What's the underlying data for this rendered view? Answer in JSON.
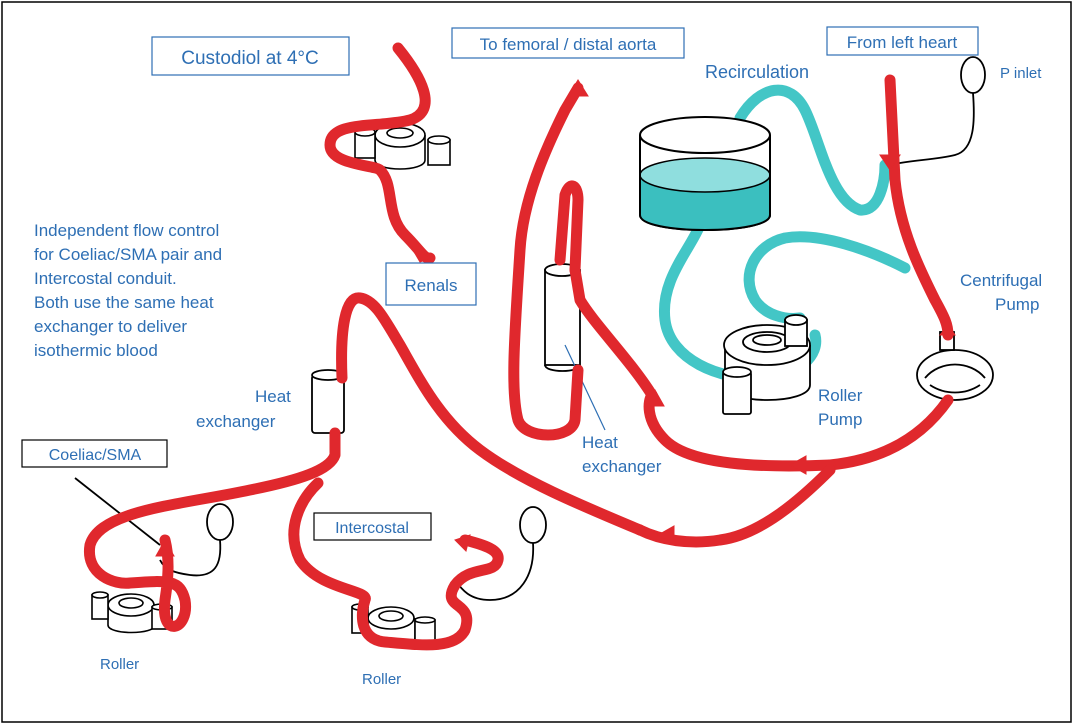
{
  "labels": {
    "custodiol": "Custodiol at 4°C",
    "femoral": "To femoral / distal aorta",
    "from_left_heart": "From left heart",
    "recirculation": "Recirculation",
    "p_inlet": "P inlet",
    "renals": "Renals",
    "centrifugal_line1": "Centrifugal",
    "centrifugal_line2": "Pump",
    "roller_pump_line1": "Roller",
    "roller_pump_line2": "Pump",
    "heat_exchanger_left_line1": "Heat",
    "heat_exchanger_left_line2": "exchanger",
    "heat_exchanger_mid_line1": "Heat",
    "heat_exchanger_mid_line2": "exchanger",
    "coeliac_sma": "Coeliac/SMA",
    "intercostal": "Intercostal",
    "roller_left": "Roller",
    "roller_mid": "Roller",
    "note_lines": [
      "Independent flow control",
      "for Coeliac/SMA pair and",
      "Intercostal conduit.",
      "Both use the same heat",
      "exchanger to deliver",
      "isothermic blood"
    ]
  },
  "colors": {
    "blood_line": "#e0282d",
    "recirculation_line": "#43c6c6",
    "text": "#2e6fb4",
    "outline": "#000000",
    "reservoir_fluid": "#3bbfbf"
  }
}
